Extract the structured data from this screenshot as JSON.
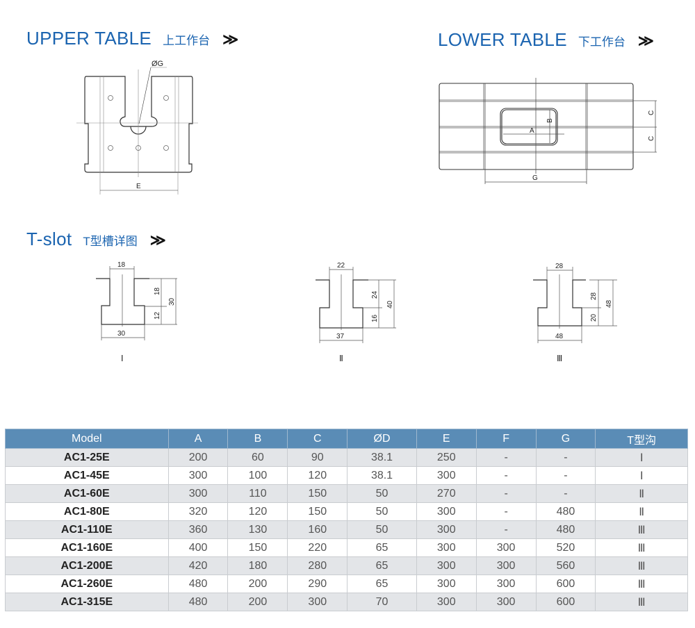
{
  "sections": {
    "upper": {
      "en": "UPPER TABLE",
      "zh": "上工作台",
      "chev": "≫"
    },
    "lower": {
      "en": "LOWER TABLE",
      "zh": "下工作台",
      "chev": "≫"
    },
    "tslot": {
      "en": "T-slot",
      "zh": "T型槽详图",
      "chev": "≫"
    }
  },
  "upper_drawing": {
    "dia": "ØG",
    "e": "E"
  },
  "lower_drawing": {
    "a": "A",
    "b": "B",
    "c1": "C",
    "c2": "C",
    "g": "G"
  },
  "tslots": [
    {
      "top": "18",
      "upper": "18",
      "lower": "12",
      "total": "30",
      "bottom": "30",
      "label": "Ⅰ"
    },
    {
      "top": "22",
      "upper": "24",
      "lower": "16",
      "total": "40",
      "bottom": "37",
      "label": "Ⅱ"
    },
    {
      "top": "28",
      "upper": "28",
      "lower": "20",
      "total": "48",
      "bottom": "48",
      "label": "Ⅲ"
    }
  ],
  "table": {
    "headers": [
      "Model",
      "A",
      "B",
      "C",
      "ØD",
      "E",
      "F",
      "G",
      "T型沟"
    ],
    "rows": [
      [
        "AC1-25E",
        "200",
        "60",
        "90",
        "38.1",
        "250",
        "-",
        "-",
        "Ⅰ"
      ],
      [
        "AC1-45E",
        "300",
        "100",
        "120",
        "38.1",
        "300",
        "-",
        "-",
        "Ⅰ"
      ],
      [
        "AC1-60E",
        "300",
        "110",
        "150",
        "50",
        "270",
        "-",
        "-",
        "Ⅱ"
      ],
      [
        "AC1-80E",
        "320",
        "120",
        "150",
        "50",
        "300",
        "-",
        "480",
        "Ⅱ"
      ],
      [
        "AC1-110E",
        "360",
        "130",
        "160",
        "50",
        "300",
        "-",
        "480",
        "Ⅲ"
      ],
      [
        "AC1-160E",
        "400",
        "150",
        "220",
        "65",
        "300",
        "300",
        "520",
        "Ⅲ"
      ],
      [
        "AC1-200E",
        "420",
        "180",
        "280",
        "65",
        "300",
        "300",
        "560",
        "Ⅲ"
      ],
      [
        "AC1-260E",
        "480",
        "200",
        "290",
        "65",
        "300",
        "300",
        "600",
        "Ⅲ"
      ],
      [
        "AC1-315E",
        "480",
        "200",
        "300",
        "70",
        "300",
        "300",
        "600",
        "Ⅲ"
      ]
    ]
  }
}
